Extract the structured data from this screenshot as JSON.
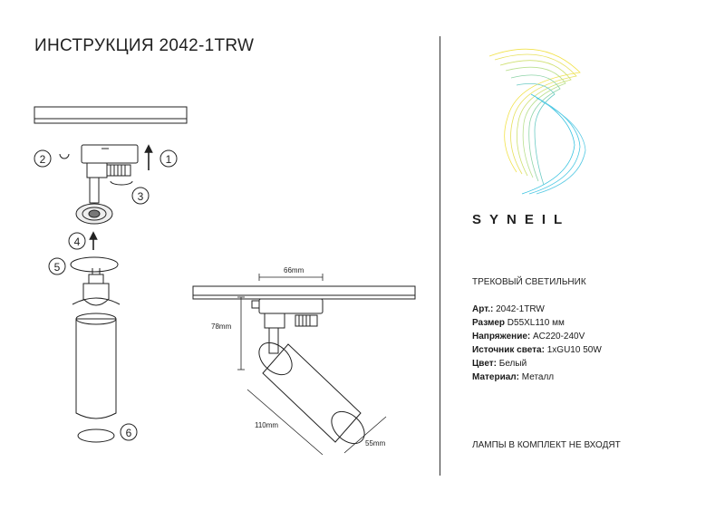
{
  "document": {
    "title": "ИНСТРУКЦИЯ 2042-1TRW"
  },
  "brand": {
    "name": "SYNEIL",
    "logo_colors": [
      "#f2e24a",
      "#b9e08f",
      "#35c2e0"
    ]
  },
  "product": {
    "type": "ТРЕКОВЫЙ СВЕТИЛЬНИК",
    "specs": [
      {
        "label": "Арт.:",
        "value": "2042-1TRW"
      },
      {
        "label": "Размер",
        "value": "D55XL110 мм"
      },
      {
        "label": "Напряжение:",
        "value": "AC220-240V"
      },
      {
        "label": "Источник света:",
        "value": "1xGU10 50W"
      },
      {
        "label": "Цвет:",
        "value": "Белый"
      },
      {
        "label": "Материал:",
        "value": "Металл"
      }
    ],
    "note": "ЛАМПЫ В КОМПЛЕКТ НЕ ВХОДЯТ"
  },
  "steps": [
    "1",
    "2",
    "3",
    "4",
    "5",
    "6"
  ],
  "dimensions": {
    "width": "66mm",
    "height": "78mm",
    "length": "110mm",
    "diameter": "55mm"
  }
}
